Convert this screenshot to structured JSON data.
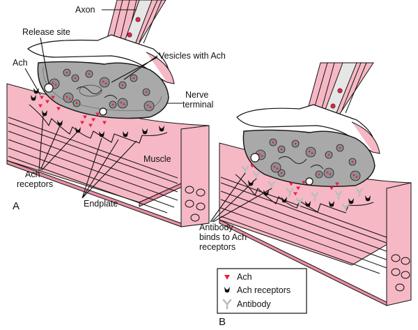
{
  "labels": {
    "axon": "Axon",
    "release_site": "Release site",
    "ach": "Ach",
    "vesicles": "Vesicles with Ach",
    "nerve_terminal_1": "Nerve",
    "nerve_terminal_2": "terminal",
    "muscle": "Muscle",
    "ach_receptors_1": "Ach",
    "ach_receptors_2": "receptors",
    "endplate": "Endplate",
    "antibody_1": "Antibody",
    "antibody_2": "binds to Ach",
    "antibody_3": "receptors",
    "panel_a": "A",
    "panel_b": "B"
  },
  "legend": {
    "items": [
      {
        "icon": "ach-triangle-icon",
        "label": "Ach"
      },
      {
        "icon": "ach-receptor-icon",
        "label": "Ach receptors"
      },
      {
        "icon": "antibody-icon",
        "label": "Antibody"
      }
    ]
  },
  "colors": {
    "muscle_pink": "#f6b8c4",
    "muscle_dark": "#e88ea2",
    "ach_red": "#e8204a",
    "terminal_gray": "#a9a9a9",
    "antibody_gray": "#bdbdbd"
  }
}
